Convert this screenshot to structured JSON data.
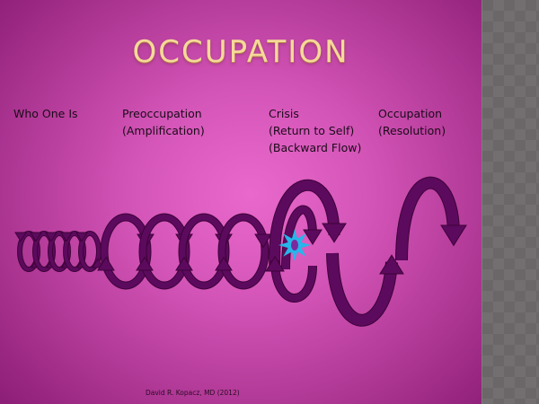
{
  "title": "OCCUPATION",
  "stages": [
    {
      "lines": [
        "Who One Is"
      ]
    },
    {
      "lines": [
        "Preoccupation",
        "(Amplification)"
      ]
    },
    {
      "lines": [
        "Crisis",
        "(Return to Self)",
        "(Backward Flow)"
      ]
    },
    {
      "lines": [
        "Occupation",
        "(Resolution)"
      ]
    }
  ],
  "footer": "David R. Kopacz, MD (2012)",
  "colors": {
    "arrow": "#5c0a5e",
    "arrow_outline": "#3e0338",
    "star": "#27b5ea",
    "title": "#f6d99a"
  }
}
